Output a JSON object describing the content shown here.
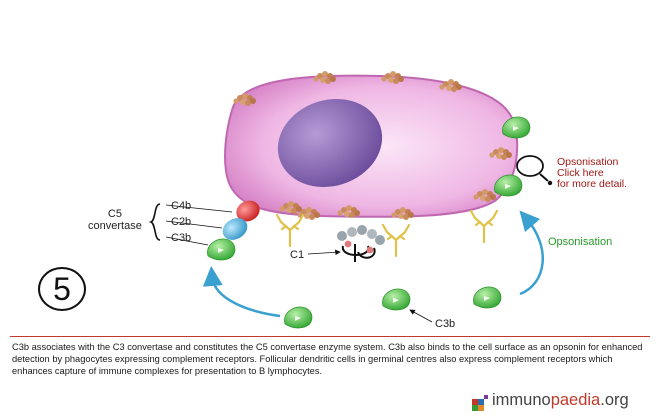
{
  "step": {
    "number": "5"
  },
  "labels": {
    "c5_line1": "C5",
    "c5_line2": "convertase",
    "c4b": "C4b",
    "c2b": "C2b",
    "c3b_left": "C3b",
    "c1": "C1",
    "c3b_bottom": "C3b",
    "opsonisation_link_1": "Opsonisation",
    "opsonisation_link_2": "Click here",
    "opsonisation_link_3": "for more detail.",
    "opsonisation": "Opsonisation"
  },
  "caption": "C3b associates with the C3 convertase and constitutes the C5 convertase enzyme system. C3b also binds to the cell surface as an opsonin for enhanced detection by phagocytes expressing complement receptors. Follicular dendritic cells in germinal centres also express complement receptors which enhances capture of immune complexes for presentation to B lymphocytes.",
  "logo": {
    "part1": "immuno",
    "part2": "paedia",
    "part3": ".org"
  },
  "colors": {
    "cell": "#e8a6dc",
    "nucleus": "#7a5aa8",
    "c3b": "#3dbf3d",
    "c4b": "#d62828",
    "c2b": "#36a9d6",
    "antigen": "#c78a5a",
    "arrow": "#3aa0d0"
  }
}
